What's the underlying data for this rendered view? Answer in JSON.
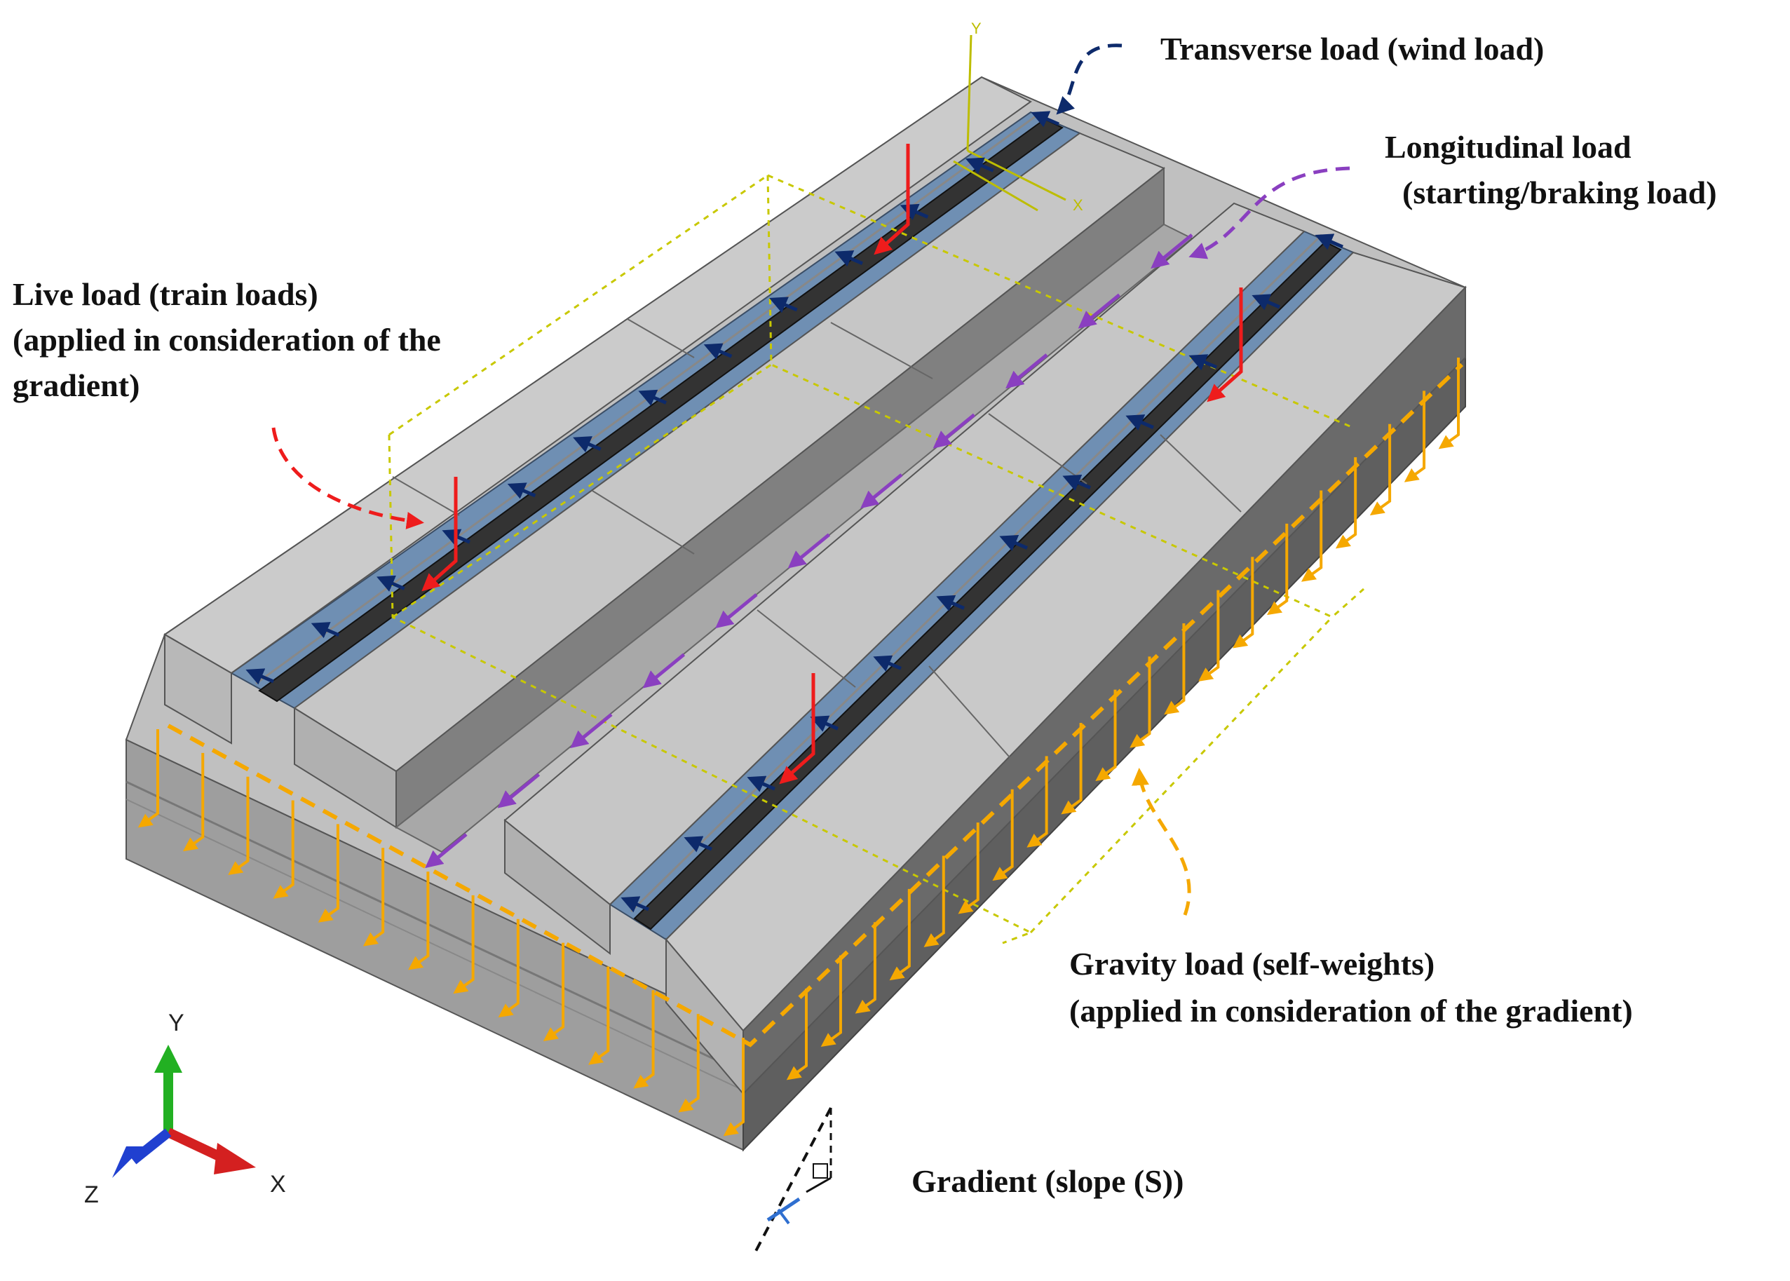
{
  "labels": {
    "transverse": "Transverse load (wind load)",
    "longitudinal_1": "Longitudinal load",
    "longitudinal_2": "(starting/braking load)",
    "live_1": "Live load (train loads)",
    "live_2": "(applied in consideration of the",
    "live_3": "gradient)",
    "gravity_1": "Gravity load (self-weights)",
    "gravity_2": "(applied in consideration of the gradient)",
    "gradient": "Gradient (slope (S))"
  },
  "triad": {
    "y": "Y",
    "z": "Z",
    "x": "X"
  },
  "local_axes": {
    "y": "Y",
    "x": "X"
  },
  "colors": {
    "slab_top": "#c9c9c9",
    "slab_side_light": "#b5b5b5",
    "slab_side_dark": "#6a6a6a",
    "track_blue": "#6f8fb3",
    "rail": "#3a3a3a",
    "live_load": "#ee1c1c",
    "transverse_load": "#0d2a6b",
    "longitudinal_load": "#8a3fc0",
    "gravity_load": "#f5a800",
    "guide_lines": "#c8c800",
    "triad_y": "#22b022",
    "triad_x": "#d42020",
    "triad_z": "#2040d0"
  },
  "icons": [
    "triad-axes-icon",
    "gradient-slope-icon"
  ]
}
